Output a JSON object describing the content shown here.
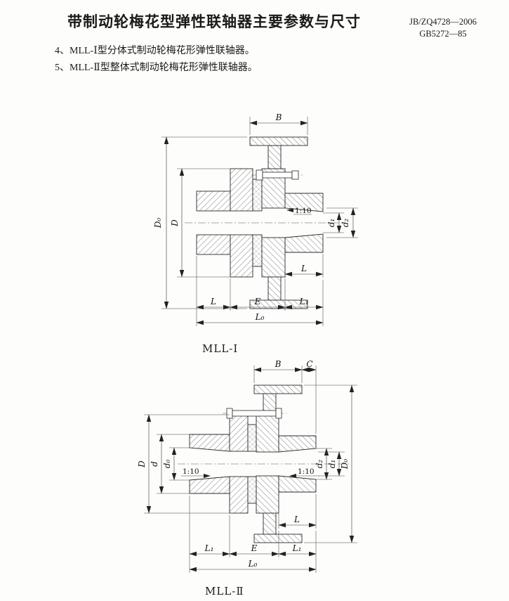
{
  "page": {
    "title": "带制动轮梅花型弹性联轴器主要参数与尺寸",
    "standards": [
      "JB/ZQ4728—2006",
      "GB5272—85"
    ],
    "notes": [
      "4、MLL-Ⅰ型分体式制动轮梅花形弹性联轴器。",
      "5、MLL-Ⅱ型整体式制动轮梅花形弹性联轴器。"
    ]
  },
  "figure1": {
    "caption": "MLL-Ⅰ",
    "dims": {
      "B": "B",
      "D0": "D₀",
      "D": "D",
      "taper": "1:10",
      "d1": "d₁",
      "d2": "d₂",
      "L_side": "L",
      "L": "L",
      "E": "E",
      "L1": "L₁",
      "L0": "L₀"
    }
  },
  "figure2": {
    "caption": "MLL-Ⅱ",
    "dims": {
      "B": "B",
      "C": "C",
      "D": "D",
      "d": "d",
      "d0": "d₀",
      "taper_left": "1:10",
      "taper_right": "1:10",
      "d2": "d₂",
      "d1": "d₁",
      "D0": "D₀",
      "L_side": "L",
      "L1_left": "L₁",
      "E": "E",
      "L1_right": "L₁",
      "L0": "L₀"
    }
  }
}
